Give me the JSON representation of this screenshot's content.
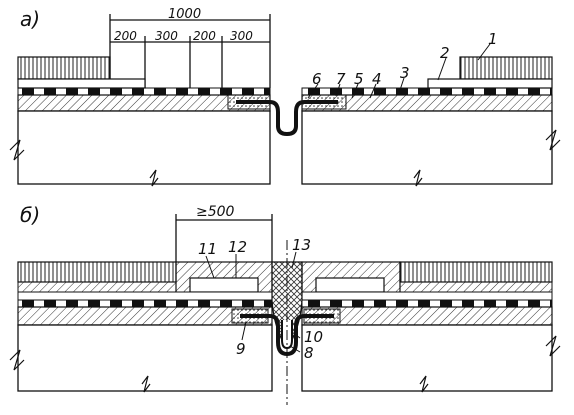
{
  "panels": {
    "a": {
      "label": "а)",
      "dim_total": "1000",
      "dims": [
        "200",
        "300",
        "200",
        "300"
      ],
      "callouts": [
        "1",
        "2",
        "3",
        "4",
        "5",
        "6",
        "7"
      ]
    },
    "b": {
      "label": "б)",
      "dim_min": "≥500",
      "callouts": [
        "8",
        "9",
        "10",
        "11",
        "12",
        "13"
      ]
    }
  },
  "colors": {
    "ink": "#141414",
    "paper": "#ffffff",
    "hatch": "#3a3a3a"
  }
}
